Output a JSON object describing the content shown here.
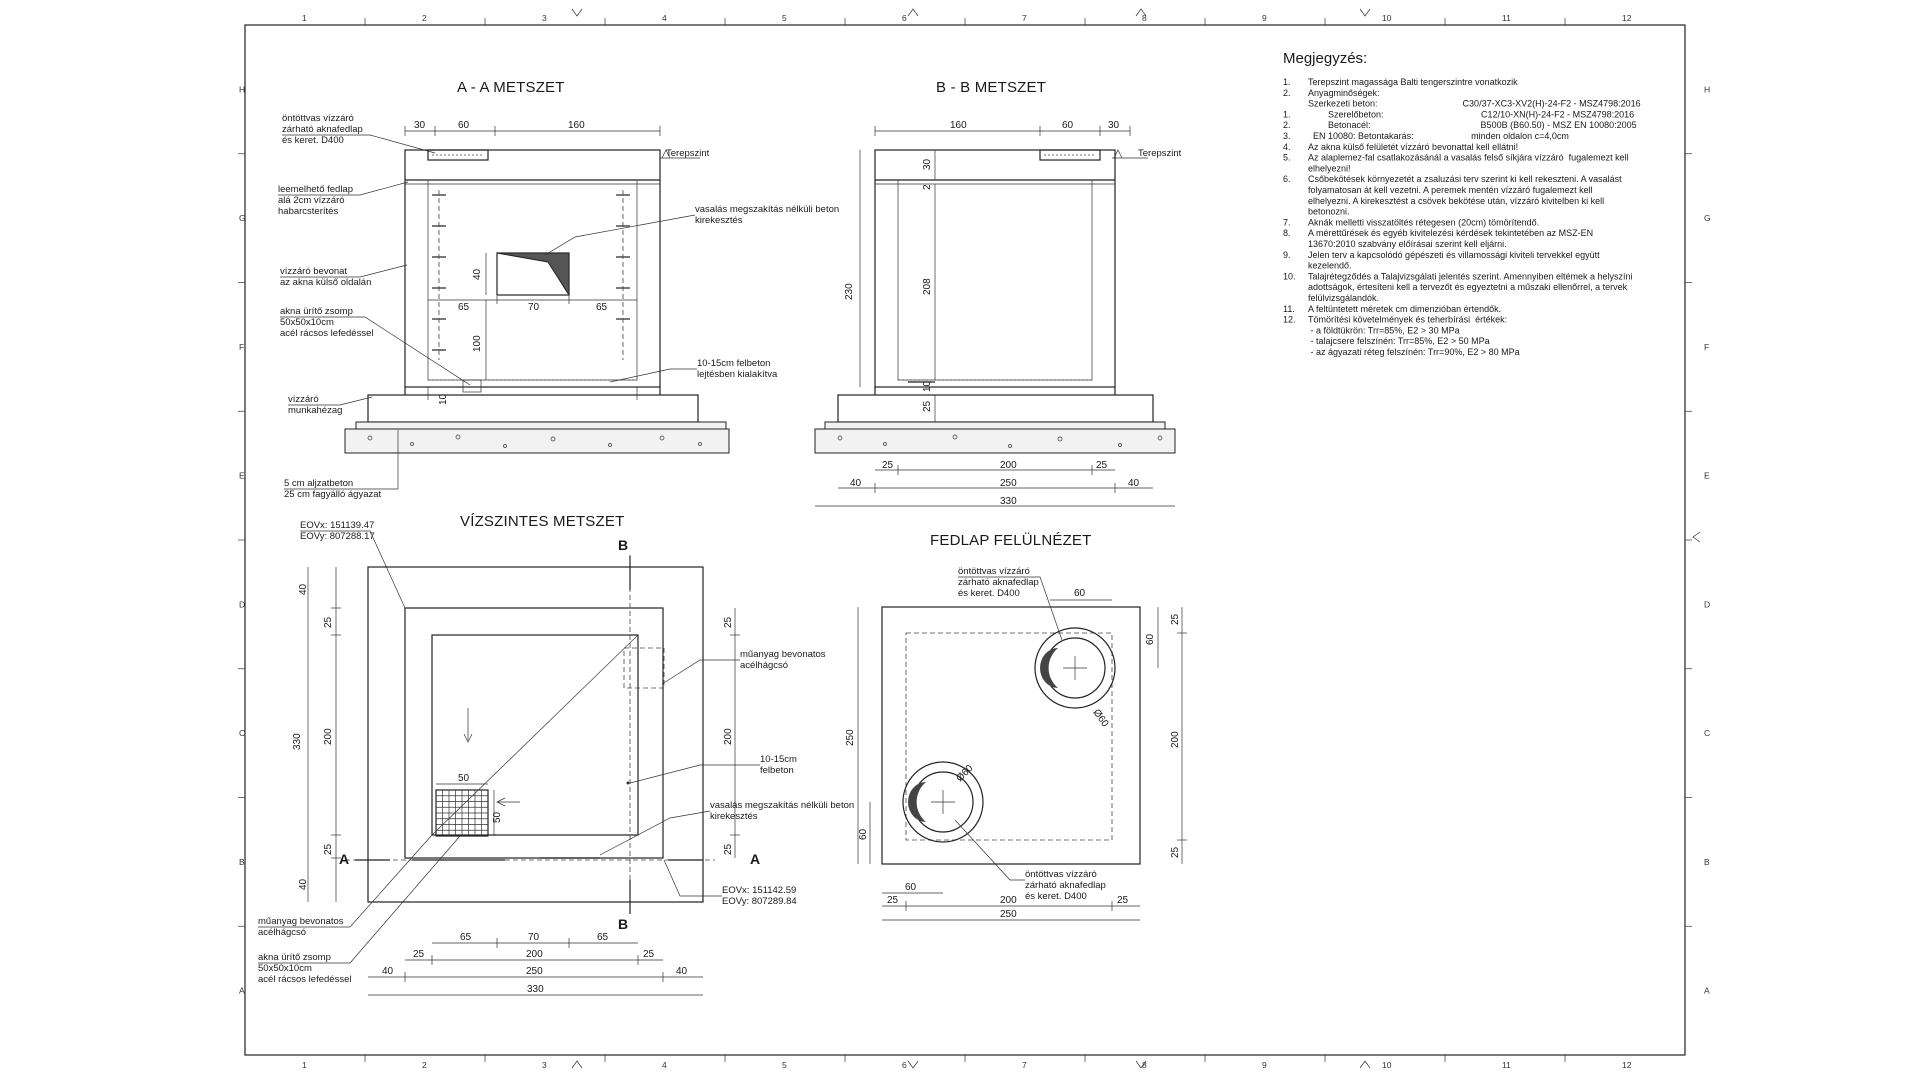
{
  "grid": {
    "cols": [
      "1",
      "2",
      "3",
      "4",
      "5",
      "6",
      "7",
      "8",
      "9",
      "10",
      "11",
      "12"
    ],
    "rows": [
      "H",
      "G",
      "F",
      "E",
      "D",
      "C",
      "B",
      "A"
    ]
  },
  "section_aa": {
    "title": "A - A METSZET",
    "dims_top": [
      "30",
      "60",
      "160"
    ],
    "terepszint": "Terepszint",
    "dims_inner": [
      "65",
      "70",
      "65"
    ],
    "dim_40": "40",
    "dim_100": "100",
    "dim_10": "10",
    "labels": {
      "cover_1": "öntöttvas vízzáró",
      "cover_2": "zárható aknafedlap",
      "cover_3": "és keret. D400",
      "lid_1": "leemelhető fedlap",
      "lid_2": "alá 2cm vízzáró",
      "lid_3": "habarcsterítés",
      "wp_1": "vízzáró bevonat",
      "wp_2": "az akna külső oldalán",
      "sump_1": "akna ürítő zsomp",
      "sump_2": "50x50x10cm",
      "sump_3": "acél rácsos lefedéssel",
      "joint_1": "vízzáró",
      "joint_2": "munkahézag",
      "bed_1": "5 cm aljzatbeton",
      "bed_2": "25 cm fagyálló ágyazat",
      "conc_1": "vasalás megszakítás nélküli beton",
      "conc_2": "kirekesztés",
      "topping_1": "10-15cm felbeton",
      "topping_2": "lejtésben kialakítva"
    }
  },
  "section_bb": {
    "title": "B - B METSZET",
    "dims_top": [
      "160",
      "60",
      "30"
    ],
    "terepszint": "Terepszint",
    "dim_30": "30",
    "dim_2": "2",
    "dim_230": "230",
    "dim_208": "208",
    "dim_10": "10",
    "dim_25a": "25",
    "dim_25b": "25",
    "dims_bottom1": [
      "25",
      "200",
      "25"
    ],
    "dims_bottom2": [
      "40",
      "250",
      "40"
    ],
    "dim_total": "330"
  },
  "plan": {
    "title": "VÍZSZINTES METSZET",
    "eov1_x": "EOVx: 151139.47",
    "eov1_y": "EOVy: 807288.17",
    "eov2_x": "EOVx: 151142.59",
    "eov2_y": "EOVy: 807289.84",
    "cut_b": "B",
    "cut_a": "A",
    "dims_left": [
      "40",
      "25",
      "200",
      "25",
      "40"
    ],
    "dim_left_total": "330",
    "dims_right": [
      "25",
      "200",
      "25"
    ],
    "dim_50a": "50",
    "dim_50b": "50",
    "dims_bottom1": [
      "65",
      "70",
      "65"
    ],
    "dims_bottom2": [
      "25",
      "200",
      "25"
    ],
    "dims_bottom3": [
      "40",
      "250",
      "40"
    ],
    "dim_total": "330",
    "labels": {
      "ladder_1": "műanyag bevonatos",
      "ladder_2": "acélhágcsó",
      "topping_1": "10-15cm",
      "topping_2": "felbeton",
      "conc_1": "vasalás megszakítás nélküli beton",
      "conc_2": "kirekesztés",
      "ladder2_1": "műanyag bevonatos",
      "ladder2_2": "acélhágcsó",
      "sump_1": "akna ürítő zsomp",
      "sump_2": "50x50x10cm",
      "sump_3": "acél rácsos lefedéssel"
    }
  },
  "lid_view": {
    "title": "FEDLAP FELÜLNÉZET",
    "cover1_1": "öntöttvas vízzáró",
    "cover1_2": "zárható aknafedlap",
    "cover1_3": "és keret. D400",
    "cover2_1": "öntöttvas vízzáró",
    "cover2_2": "zárható aknafedlap",
    "cover2_3": "és keret. D400",
    "dim_60_top": "60",
    "dim_60_right": "60",
    "dim_60_left": "60",
    "dim_60_bottom": "60",
    "dia_1": "Ø60",
    "dia_2": "Ø60",
    "dim_250_left": "250",
    "dims_right": [
      "25",
      "200",
      "25"
    ],
    "dims_bottom": [
      "25",
      "200",
      "25"
    ],
    "dim_total": "250"
  },
  "notes": {
    "heading": "Megjegyzés:",
    "lines": [
      [
        "1.",
        "Terepszint magassága Balti tengerszintre vonatkozik"
      ],
      [
        "2.",
        "Anyagminőségek:"
      ],
      [
        "",
        "Szerkezeti beton:                                  C30/37-XC3-XV2(H)-24-F2 - MSZ4798:2016"
      ],
      [
        "1.",
        "        Szerelőbeton:                                       C12/10-XN(H)-24-F2 - MSZ4798:2016"
      ],
      [
        "2.",
        "        Betonacél:                                            B500B (B60.50) - MSZ EN 10080:2005"
      ],
      [
        "3.",
        "  EN 10080: Betontakarás:                       minden oldalon c=4,0cm"
      ],
      [
        "4.",
        "Az akna külső felületét vízzáró bevonattal kell ellátni!"
      ],
      [
        "5.",
        "Az alaplemez-fal csatlakozásánál a vasalás felső síkjára vízzáró  fugalemezt kell"
      ],
      [
        "",
        "elhelyezni!"
      ],
      [
        "6.",
        "Csőbekötések környezetét a zsaluzási terv szerint ki kell rekeszteni. A vasalást"
      ],
      [
        "",
        "folyamatosan át kell vezetni. A peremek mentén vízzáró fugalemezt kell"
      ],
      [
        "",
        "elhelyezni. A kirekesztést a csövek bekötése után, vízzáró kivitelben ki kell"
      ],
      [
        "",
        "betonozni."
      ],
      [
        "7.",
        "Aknák melletti visszatöltés rétegesen (20cm) tömörítendő."
      ],
      [
        "8.",
        "A mérettűrések és egyéb kivitelezési kérdések tekintetében az MSZ-EN"
      ],
      [
        "",
        "13670:2010 szabvány előírásai szerint kell eljárni."
      ],
      [
        "9.",
        "Jelen terv a kapcsolódó gépészeti és villamossági kiviteli tervekkel együtt"
      ],
      [
        "",
        "kezelendő."
      ],
      [
        "10.",
        "Talajrétegződés a Talajvizsgálati jelentés szerint. Amennyiben eltémek a helyszíni"
      ],
      [
        "",
        "adottságok, értesíteni kell a tervezőt és egyeztetni a műszaki ellenőrrel, a tervek"
      ],
      [
        "",
        "felülvizsgálandók."
      ],
      [
        "11.",
        "A feltüntetett méretek cm dimenzióban értendők."
      ],
      [
        "12.",
        "Tömörítési követelmények és teherbírási  értékek:"
      ],
      [
        "",
        " - a földtükrön: Trr=85%, E2 > 30 MPa"
      ],
      [
        "",
        " - talajcsere felszínén: Trr=85%, E2 > 50 MPa"
      ],
      [
        "",
        " - az ágyazati réteg felszínén: Trr=90%, E2 > 80 MPa"
      ]
    ]
  }
}
